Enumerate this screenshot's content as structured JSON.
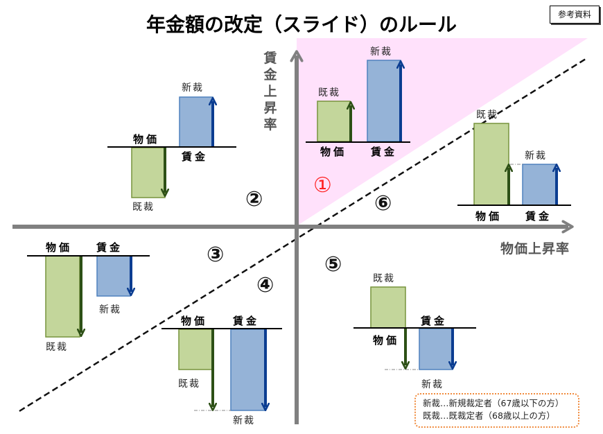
{
  "title": "年金額の改定（スライド）のルール",
  "reference_badge": "参考資料",
  "axes": {
    "y_label": "賃金上昇率",
    "x_label": "物価上昇率"
  },
  "colors": {
    "price_bar_fill": "#c3d69b",
    "price_bar_border": "#77933c",
    "price_arrow": "#2d5016",
    "wage_bar_fill": "#95b3d7",
    "wage_bar_border": "#4f81bd",
    "wage_arrow": "#0b3d91",
    "axis": "#808080",
    "region1_fill": "#ffe1fb",
    "region1_number": "#ff2020",
    "legend_border": "#f08a3c"
  },
  "regions": [
    {
      "id": "1",
      "number": "①",
      "price_label": "物価",
      "wage_label": "賃金",
      "price_tag": "既裁",
      "wage_tag": "新裁"
    },
    {
      "id": "2",
      "number": "②",
      "price_label": "物価",
      "wage_label": "賃金",
      "price_tag": "既裁",
      "wage_tag": "新裁"
    },
    {
      "id": "3",
      "number": "③",
      "price_label": "物価",
      "wage_label": "賃金",
      "price_tag": "既裁",
      "wage_tag": "新裁"
    },
    {
      "id": "4",
      "number": "④",
      "price_label": "物価",
      "wage_label": "賃金",
      "price_tag": "既裁",
      "wage_tag": "新裁"
    },
    {
      "id": "5",
      "number": "⑤",
      "price_label": "物価",
      "wage_label": "賃金",
      "price_tag": "既裁",
      "wage_tag": "新裁"
    },
    {
      "id": "6",
      "number": "⑥",
      "price_label": "物価",
      "wage_label": "賃金",
      "price_tag": "既裁",
      "wage_tag": "新裁"
    }
  ],
  "legend": {
    "line1": "新裁…新規裁定者（67歳以下の方）",
    "line2": "既裁…既裁定者（68歳以上の方）"
  }
}
